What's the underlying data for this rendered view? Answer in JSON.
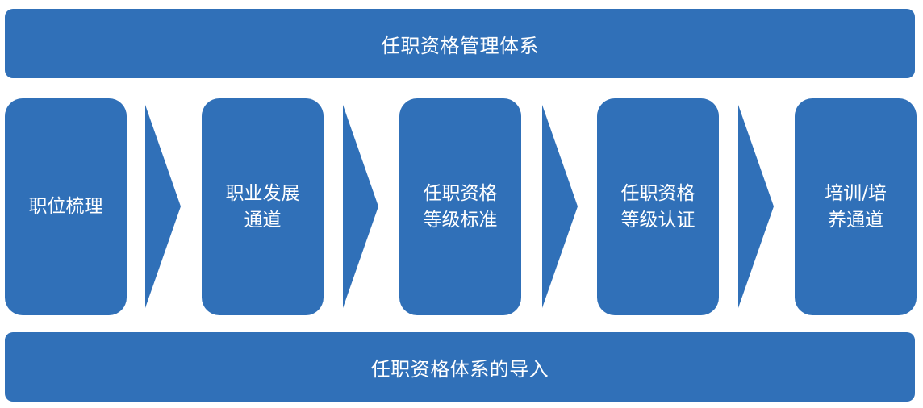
{
  "top_bar": {
    "label": "任职资格管理体系"
  },
  "bottom_bar": {
    "label": "任职资格体系的导入"
  },
  "steps": [
    {
      "label": "职位梳理"
    },
    {
      "label": "职业发展\n通道"
    },
    {
      "label": "任职资格\n等级标准"
    },
    {
      "label": "任职资格\n等级认证"
    },
    {
      "label": "培训/培\n养通道"
    }
  ],
  "colors": {
    "box_fill": "#3070b8",
    "text": "#ffffff"
  },
  "icons": [
    "chevron-right-icon"
  ]
}
